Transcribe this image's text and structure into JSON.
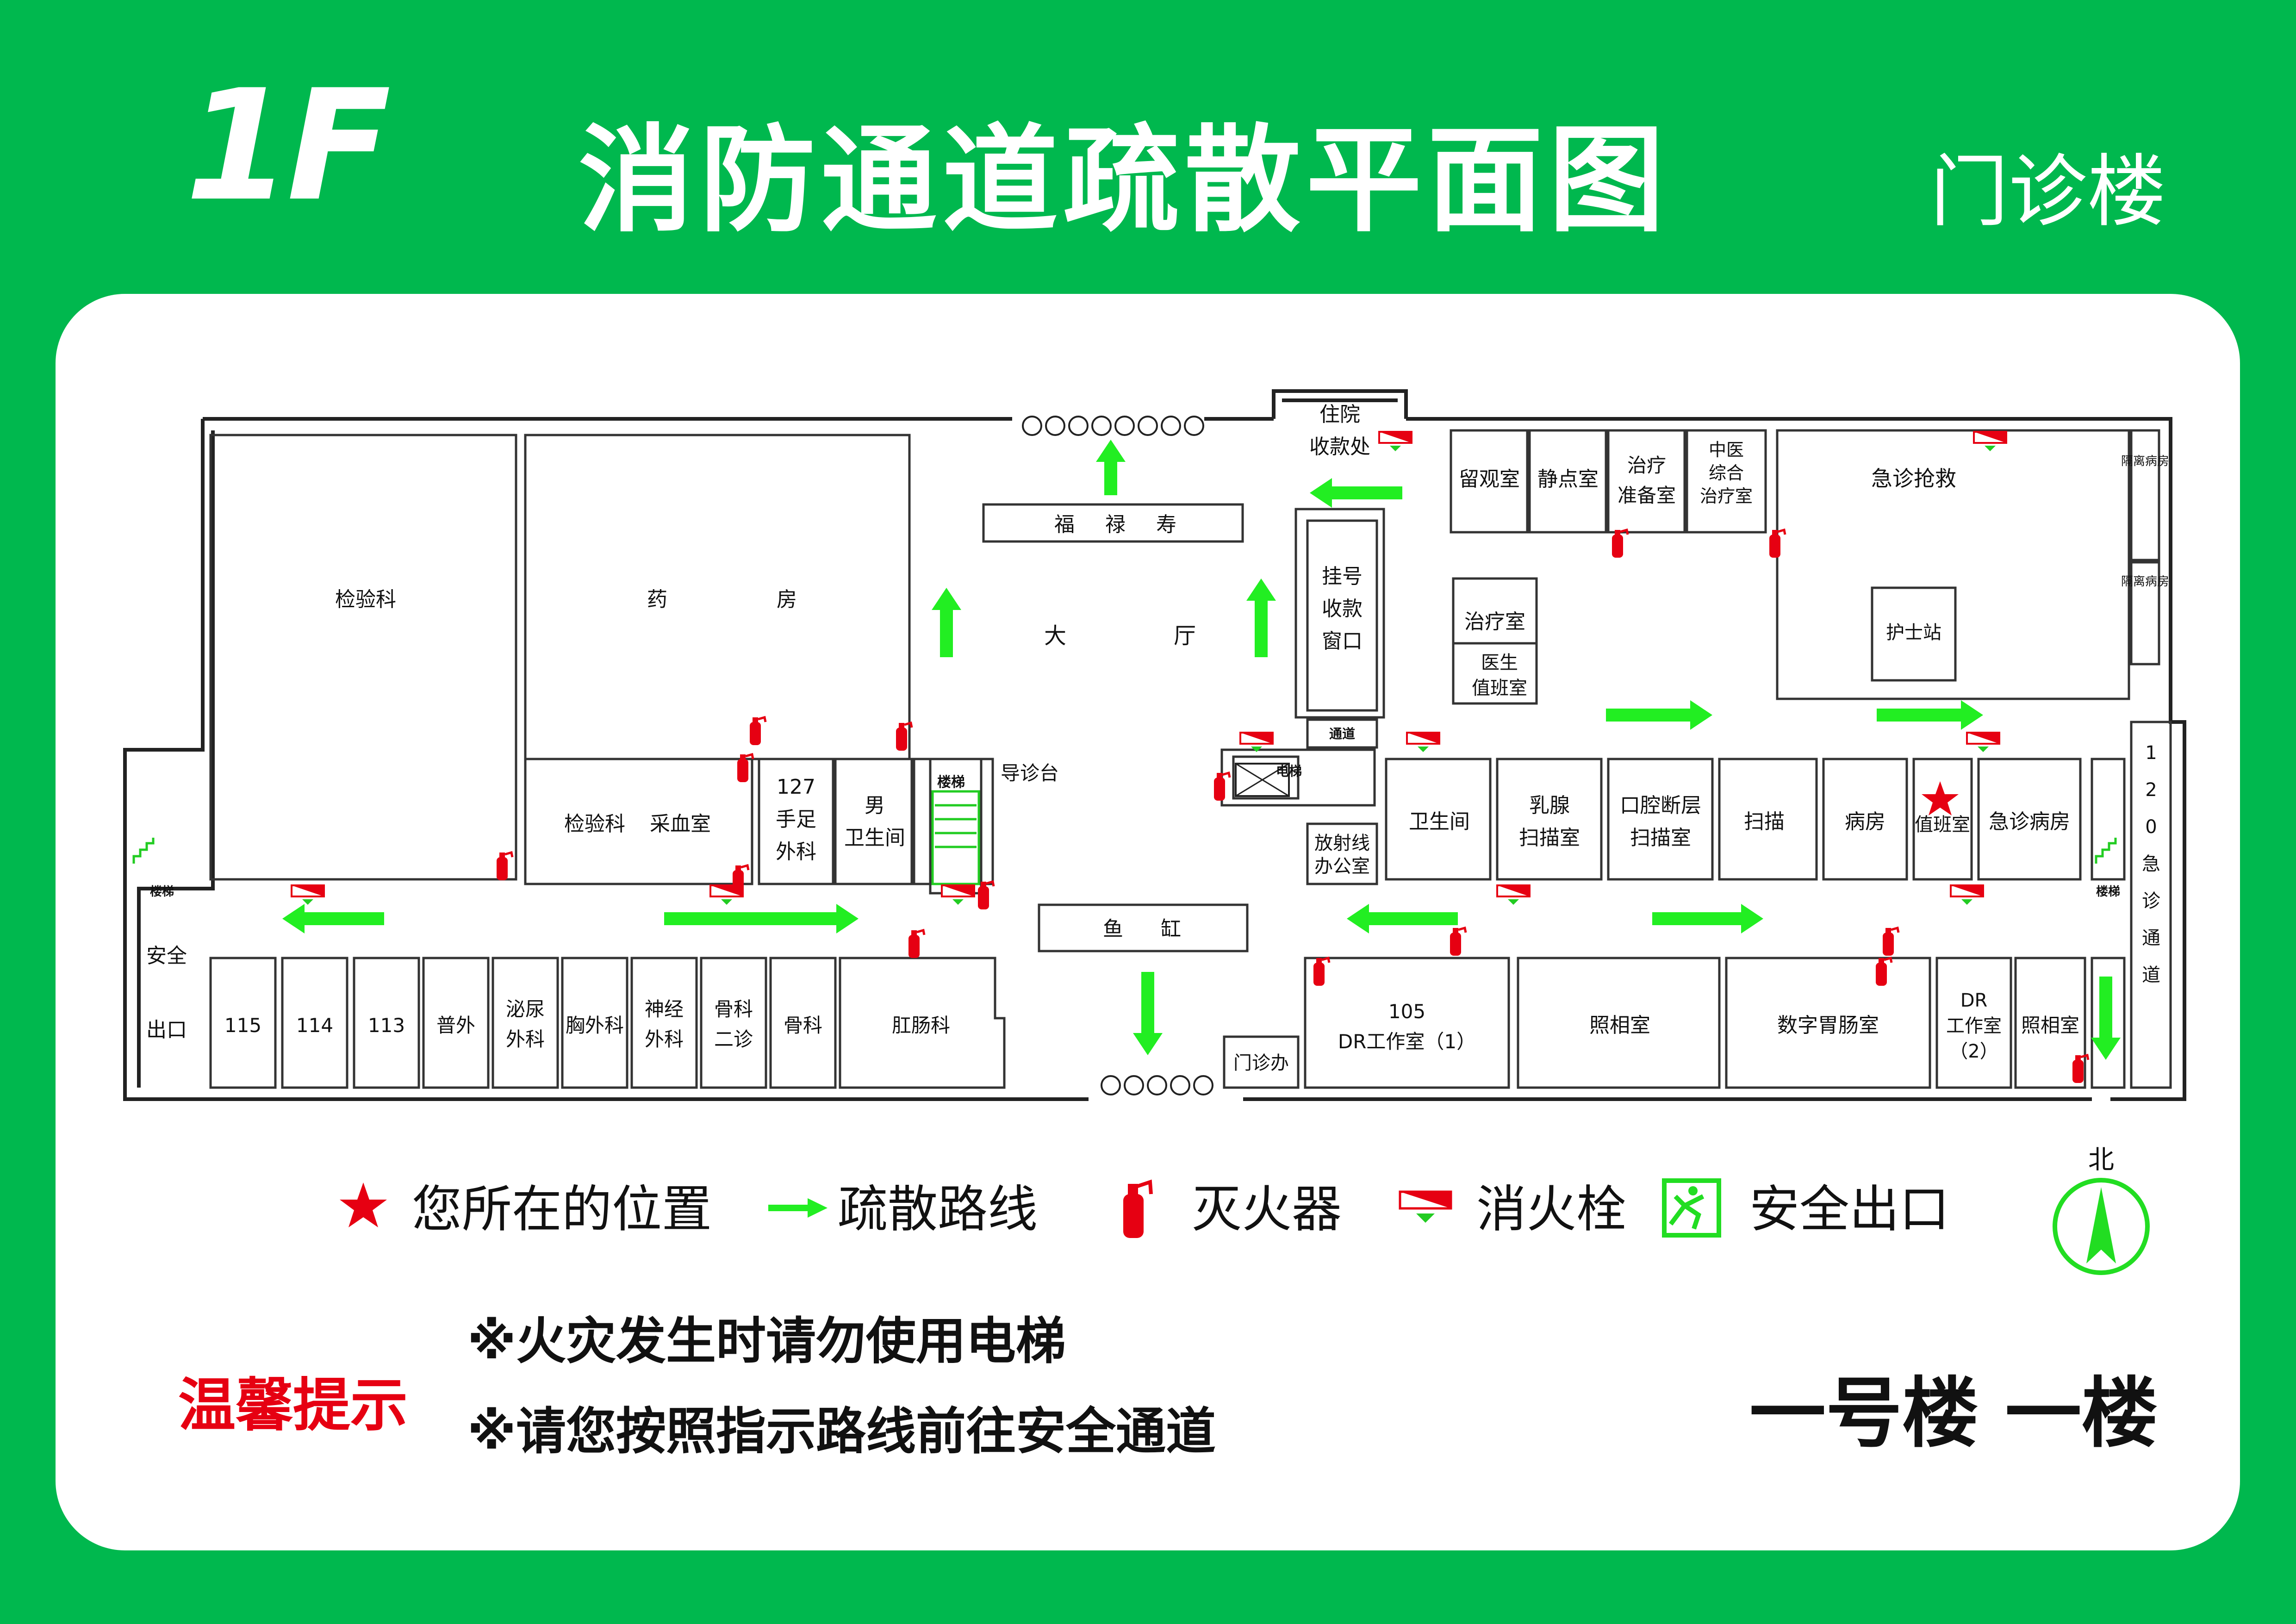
{
  "header": {
    "floor": "1F",
    "title": "消防通道疏散平面图",
    "building": "门诊楼"
  },
  "rooms": {
    "lab": "检验科",
    "pharmacy_a": "药",
    "pharmacy_b": "房",
    "lab2": "检验科",
    "blood": "采血室",
    "foot_1": "127",
    "foot_2": "手足",
    "foot_3": "外科",
    "mens_wc_1": "男",
    "mens_wc_2": "卫生间",
    "stairs_mid": "楼梯",
    "guide_desk": "导诊台",
    "hall_a": "大",
    "hall_b": "厅",
    "blessing_1": "福",
    "blessing_2": "禄",
    "blessing_3": "寿",
    "aquarium_1": "鱼",
    "aquarium_2": "缸",
    "inpatient_1": "住院",
    "inpatient_2": "收款处",
    "reg_1": "挂号",
    "reg_2": "收款",
    "reg_3": "窗口",
    "passage": "通道",
    "elevator": "电梯",
    "radio_1": "放射线",
    "radio_2": "办公室",
    "observe": "留观室",
    "iv": "静点室",
    "prep_1": "治疗",
    "prep_2": "准备室",
    "tcm_1": "中医",
    "tcm_2": "综合",
    "tcm_3": "治疗室",
    "emergency": "急诊抢救",
    "iso_1": "隔离病房",
    "iso_2": "隔离病房",
    "treat": "治疗室",
    "duty_doc_1": "医生",
    "duty_doc_2": "值班室",
    "nurse": "护士站",
    "wc_r": "卫生间",
    "breast_1": "乳腺",
    "breast_2": "扫描室",
    "oral_1": "口腔断层",
    "oral_2": "扫描室",
    "scan": "扫描",
    "ward": "病房",
    "duty": "值班室",
    "er_ward": "急诊病房",
    "ch120_1": "1",
    "ch120_2": "2",
    "ch120_3": "0",
    "ch120_4": "急",
    "ch120_5": "诊",
    "ch120_6": "通",
    "ch120_7": "道",
    "exit_1": "安全",
    "exit_2": "出口",
    "stairs_l": "楼梯",
    "stairs_r": "楼梯",
    "r115": "115",
    "r114": "114",
    "r113": "113",
    "general_surg": "普外",
    "uro_1": "泌尿",
    "uro_2": "外科",
    "chest": "胸外科",
    "neuro_1": "神经",
    "neuro_2": "外科",
    "ortho2_1": "骨科",
    "ortho2_2": "二诊",
    "ortho": "骨科",
    "anorectal": "肛肠科",
    "clinic_office": "门诊办",
    "dr1_1": "105",
    "dr1_2": "DR工作室（1）",
    "photo": "照相室",
    "gastro": "数字胃肠室",
    "dr2_1": "DR",
    "dr2_2": "工作室",
    "dr2_3": "（2）",
    "photo2": "照相室",
    "north": "北"
  },
  "legend": {
    "you_are_here": "您所在的位置",
    "route": "疏散路线",
    "extinguisher": "灭火器",
    "hydrant": "消火栓",
    "exit": "安全出口"
  },
  "tips": {
    "heading": "温馨提示",
    "line1": "※火灾发生时请勿使用电梯",
    "line2": "※请您按照指示路线前往安全通道"
  },
  "building_floor": "一号楼  一楼",
  "colors": {
    "background_green": "#00b84e",
    "route_arrow": "#22ee22",
    "extinguisher_red": "#e60012",
    "hydrant_red": "#e60012",
    "exit_green": "#22dd22"
  },
  "icons": [
    "star-icon",
    "arrow-icon",
    "extinguisher-icon",
    "hydrant-icon",
    "exit-icon",
    "north-compass-icon",
    "stairs-icon",
    "elevator-icon"
  ]
}
